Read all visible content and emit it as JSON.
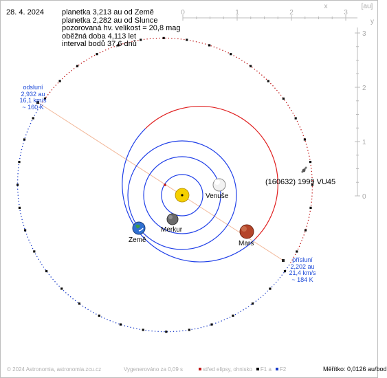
{
  "date": "28. 4. 2024",
  "info": {
    "distance_earth": "planetka 3,213 au od Země",
    "distance_sun": "planetka 2,282 au od Slunce",
    "magnitude": "pozorovaná hv. velikost = 20,8 mag",
    "period": "oběžná doba 4,113 let",
    "interval": "interval bodů 37,6 dnů"
  },
  "axes": {
    "x_label": "x",
    "unit_label": "[au]",
    "x_ticks": [
      "0",
      "1",
      "2",
      "3"
    ],
    "y_label": "y",
    "y_ticks": [
      "3",
      "2",
      "1",
      "0"
    ]
  },
  "aphelion": {
    "title": "odsluní",
    "distance": "2,932 au",
    "speed": "16,1 km/s",
    "temperature": "~ 160 K"
  },
  "perihelion": {
    "title": "přísluní",
    "distance": "2,202 au",
    "speed": "21,4 km/s",
    "temperature": "~ 184 K"
  },
  "planets": {
    "venus": "Venuše",
    "earth": "Země",
    "mercury": "Merkur",
    "mars": "Mars"
  },
  "asteroid_name": "(160632) 1999 VU45",
  "footer": {
    "copyright": "© 2024 Astronomia, astronomia.zcu.cz",
    "generated": "Vygenerováno za 0,09 s",
    "legend_center": "střed elipsy, ohnisko",
    "legend_f1": "F1 a",
    "legend_f2": "F2",
    "scale": "Měřítko: 0,0126 au/bod"
  },
  "colors": {
    "inner_orbits": "#2040e8",
    "mars_orbit": "#e02020",
    "asteroid_dots_blue": "#1a3cc8",
    "asteroid_dots_red": "#c01818",
    "apsis_line": "#f2b89a",
    "sun": "#f5d000"
  }
}
